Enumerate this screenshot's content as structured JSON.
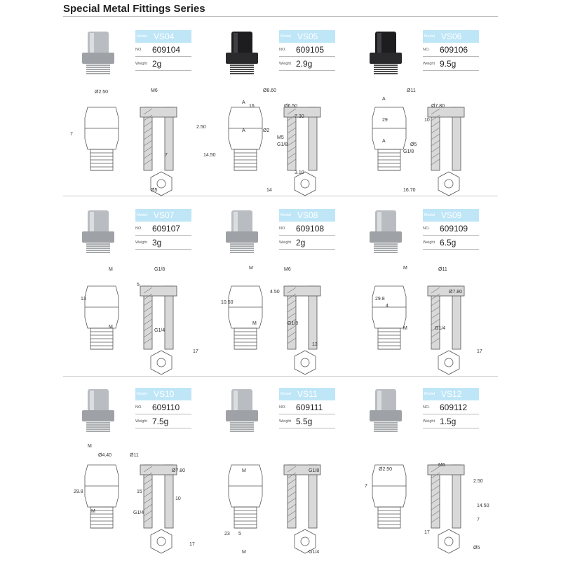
{
  "header": {
    "title": "Special Metal Fittings Series"
  },
  "spec_keys": {
    "model": "Model",
    "no": "NO.",
    "weight": "Weight"
  },
  "products": [
    {
      "model": "VS04",
      "no": "609104",
      "weight": "2g",
      "dims": [
        "Ø2.50",
        "M6",
        "7",
        "2.50",
        "14.50",
        "7",
        "Ø5"
      ]
    },
    {
      "model": "VS05",
      "no": "609105",
      "weight": "2.9g",
      "dims": [
        "Ø8.60",
        "Ø6.50",
        "16",
        "7.30",
        "Ø2",
        "M5",
        "G1/8",
        "A",
        "A",
        "14",
        "3.10"
      ]
    },
    {
      "model": "VS06",
      "no": "609106",
      "weight": "9.5g",
      "dims": [
        "Ø11",
        "Ø7.80",
        "29",
        "10",
        "Ø5",
        "G1/8",
        "A",
        "A",
        "16.70"
      ]
    },
    {
      "model": "VS07",
      "no": "609107",
      "weight": "3g",
      "dims": [
        "M",
        "13",
        "5",
        "G1/8",
        "M",
        "G1/4",
        "17"
      ]
    },
    {
      "model": "VS08",
      "no": "609108",
      "weight": "2g",
      "dims": [
        "M",
        "10.50",
        "4.50",
        "M6",
        "M",
        "G1/8",
        "13"
      ]
    },
    {
      "model": "VS09",
      "no": "609109",
      "weight": "6.5g",
      "dims": [
        "M",
        "Ø11",
        "29.8",
        "Ø7.80",
        "4",
        "M",
        "G1/4",
        "17"
      ]
    },
    {
      "model": "VS10",
      "no": "609110",
      "weight": "7.5g",
      "dims": [
        "M",
        "Ø4.40",
        "Ø11",
        "Ø7.80",
        "29.8",
        "15",
        "10",
        "M",
        "G1/4",
        "17"
      ]
    },
    {
      "model": "VS11",
      "no": "609111",
      "weight": "5.5g",
      "dims": [
        "M",
        "G1/8",
        "23",
        "5",
        "M",
        "G1/4"
      ]
    },
    {
      "model": "VS12",
      "no": "609112",
      "weight": "1.5g",
      "dims": [
        "M6",
        "Ø2.50",
        "7",
        "2.50",
        "14.50",
        "7",
        "17",
        "Ø5"
      ]
    }
  ]
}
